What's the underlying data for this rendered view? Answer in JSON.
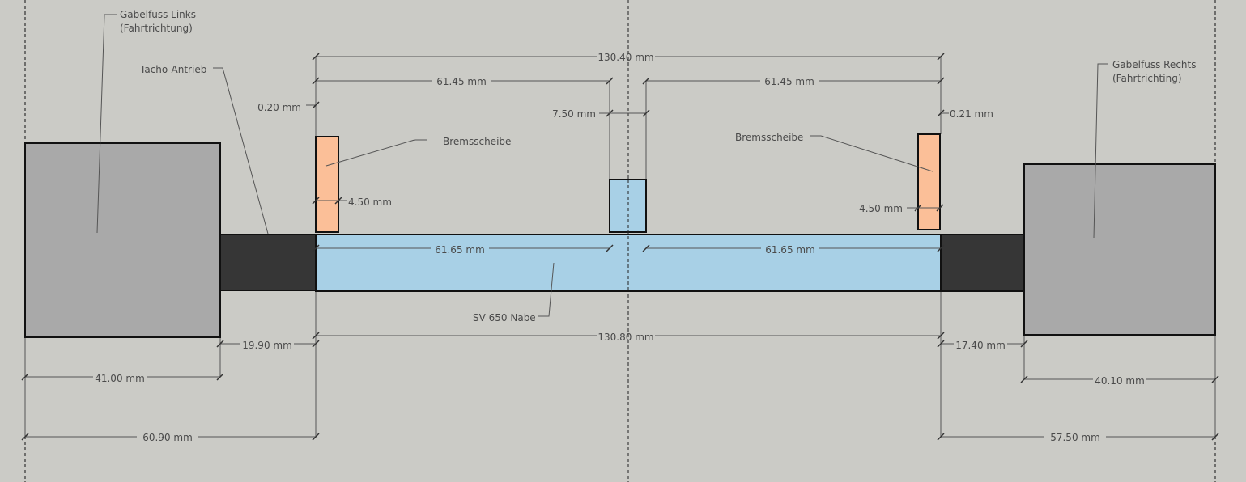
{
  "colors": {
    "background": "#cbcbc6",
    "fork": "#a9a9a9",
    "tacho": "#363636",
    "hub": "#a8d0e6",
    "brake_disc": "#fbbf98"
  },
  "labels": {
    "fork_left": [
      "Gabelfuss Links",
      "(Fahrtrichtung)"
    ],
    "tacho": "Tacho-Antrieb",
    "brake_left": "Bremsscheibe",
    "brake_right": "Bremsscheibe",
    "fork_right": [
      "Gabelfuss Rechts",
      "(Fahrtrichting)"
    ],
    "hub": "SV 650 Nabe"
  },
  "dimensions": {
    "total_top": "130.40 mm",
    "left_top": "61.45 mm",
    "right_top": "61.45 mm",
    "gap_left": "0.20 mm",
    "spacer": "7.50 mm",
    "gap_right": "0.21 mm",
    "disc_left": "4.50 mm",
    "disc_right": "4.50 mm",
    "hub_left": "61.65 mm",
    "hub_right": "61.65 mm",
    "hub_total": "130.80 mm",
    "tacho_width": "19.90 mm",
    "right_spacer": "17.40 mm",
    "fork_left_width": "41.00 mm",
    "fork_right_width": "40.10 mm",
    "left_total": "60.90 mm",
    "right_total": "57.50 mm"
  }
}
